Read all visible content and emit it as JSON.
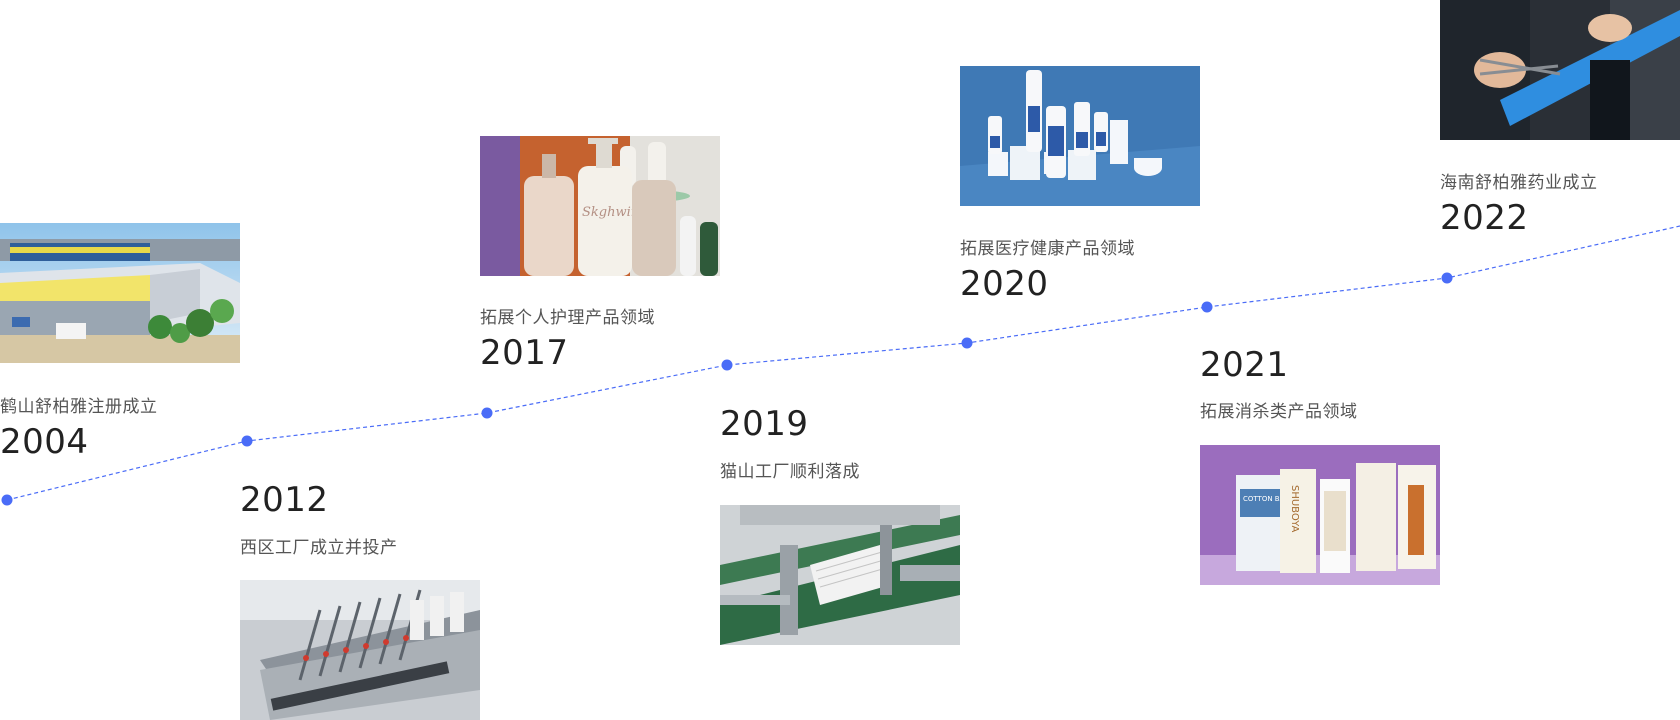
{
  "accent_color": "#4a6cf7",
  "milestones": [
    {
      "year": "2004",
      "caption": "鹤山舒柏雅注册成立",
      "photo": "factory-aerial-photo"
    },
    {
      "year": "2012",
      "caption": "西区工厂成立并投产",
      "photo": "production-machinery-photo"
    },
    {
      "year": "2017",
      "caption": "拓展个人护理产品领域",
      "photo": "personal-care-bottles-photo"
    },
    {
      "year": "2019",
      "caption": "猫山工厂顺利落成",
      "photo": "packaging-line-photo"
    },
    {
      "year": "2020",
      "caption": "拓展医疗健康产品领域",
      "photo": "medical-skincare-products-photo"
    },
    {
      "year": "2021",
      "caption": "拓展消杀类产品领域",
      "photo": "cotton-products-photo"
    },
    {
      "year": "2022",
      "caption": "海南舒柏雅药业成立",
      "photo": "ribbon-cutting-photo"
    }
  ],
  "product_text": {
    "bottle_brand": "Skghwin",
    "cotton_brand": "SHUBOYA",
    "cotton_label": "COTTON BALLS"
  }
}
